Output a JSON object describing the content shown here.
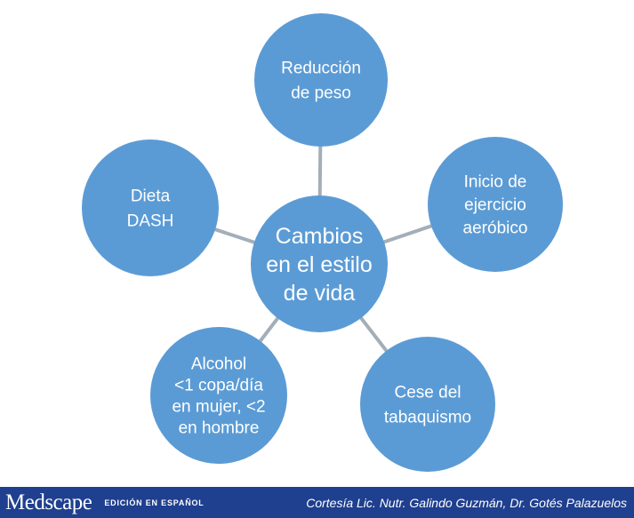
{
  "diagram": {
    "center": {
      "lines": [
        "Cambios",
        "en el estilo",
        "de vida"
      ]
    },
    "satellites": [
      {
        "id": "peso",
        "lines": [
          "Reducción",
          "de peso"
        ]
      },
      {
        "id": "ejercicio",
        "lines": [
          "Inicio de",
          "ejercicio",
          "aeróbico"
        ]
      },
      {
        "id": "tabaquismo",
        "lines": [
          "Cese del",
          "tabaquismo"
        ]
      },
      {
        "id": "alcohol",
        "lines": [
          "Alcohol",
          "<1 copa/día",
          "en mujer, <2",
          "en hombre"
        ]
      },
      {
        "id": "dash",
        "lines": [
          "Dieta",
          "DASH"
        ]
      }
    ]
  },
  "footer": {
    "brand": "Medscape",
    "edition": "EDICIÓN EN ESPAÑOL",
    "credit": "Cortesía Lic. Nutr. Galindo Guzmán, Dr. Gotés Palazuelos"
  },
  "colors": {
    "node_fill": "#5b9bd5",
    "node_text": "#ffffff",
    "connector": "#a3aeb8",
    "footer_bg": "#1f3f8f"
  }
}
